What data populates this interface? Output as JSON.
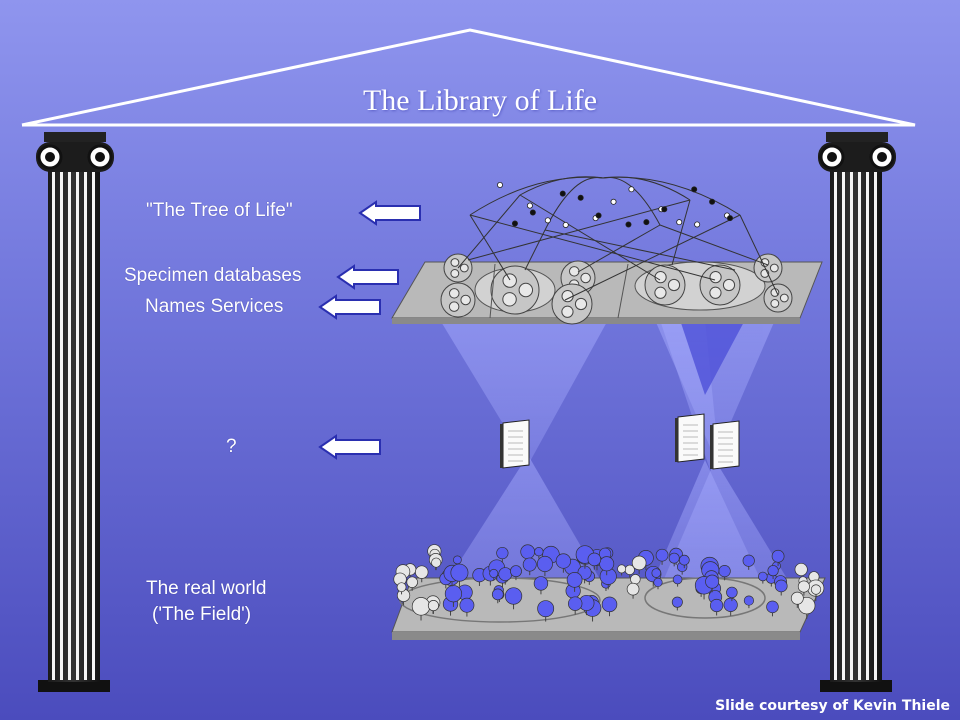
{
  "title": "The Library of Life",
  "labels": {
    "tree_of_life": "\"The Tree of Life\"",
    "specimen_databases": "Specimen databases",
    "names_services": "Names Services",
    "question": "?",
    "real_world_line1": "The real world",
    "real_world_line2": "('The Field')"
  },
  "credit": "Slide courtesy of Kevin Thiele",
  "icons": [
    "column-left-icon",
    "column-right-icon",
    "arrow-left-icon",
    "book-icon",
    "tree-icon"
  ],
  "colors": {
    "background_top": "#8f95ee",
    "background_bottom": "#4b4cbd",
    "plane": "#b4b4b4",
    "beam": "#8c90f0",
    "text": "#ffffff"
  }
}
